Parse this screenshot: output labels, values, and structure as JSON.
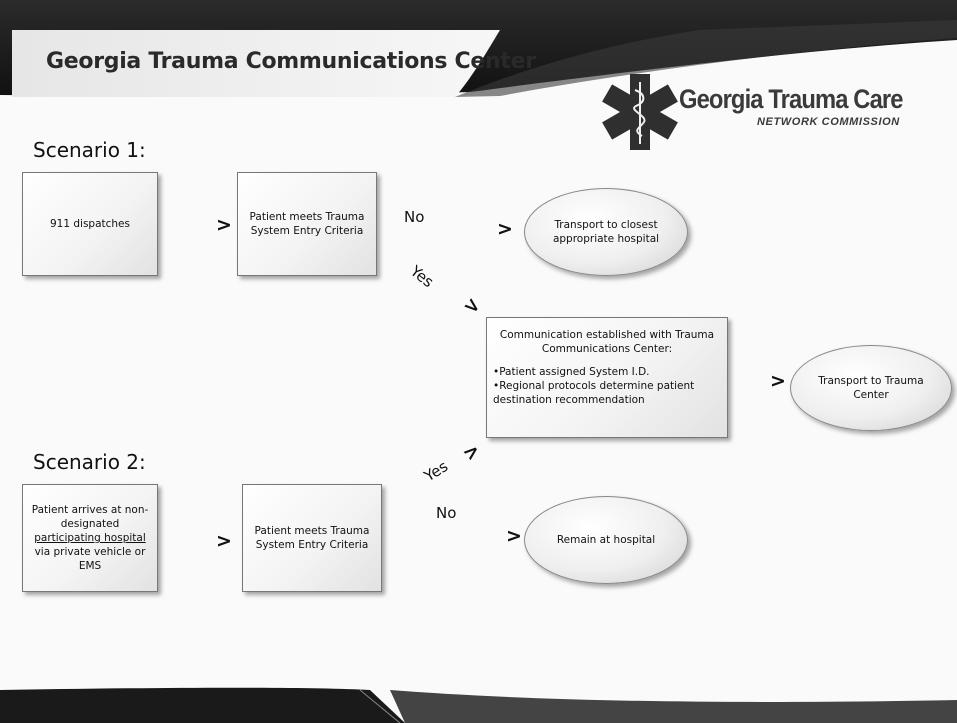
{
  "slide": {
    "title": "Georgia Trauma Communications Center",
    "logo": {
      "name": "Georgia Trauma Care",
      "subtitle": "NETWORK COMMISSION"
    }
  },
  "scenario1": {
    "label": "Scenario 1:",
    "box1": "911 dispatches",
    "box2": "Patient meets Trauma System Entry Criteria",
    "no_label": "No",
    "oval_no": "Transport to closest appropriate hospital",
    "yes_label": "Yes"
  },
  "center": {
    "heading": "Communication established with Trauma Communications Center:",
    "bullets": [
      "•Patient assigned System I.D.",
      "•Regional protocols determine patient destination recommendation"
    ],
    "oval": "Transport to Trauma Center"
  },
  "scenario2": {
    "label": "Scenario 2:",
    "box1_line1": "Patient arrives at non-designated",
    "box1_link": "participating hospital",
    "box1_line2": "via private vehicle or EMS",
    "box2": "Patient meets Trauma System Entry Criteria",
    "yes_label": "Yes",
    "no_label": "No",
    "oval_no": "Remain at hospital"
  },
  "arrows": {
    "glyph": ">"
  },
  "colors": {
    "banner": "#1c1c1c",
    "text": "#111111"
  }
}
